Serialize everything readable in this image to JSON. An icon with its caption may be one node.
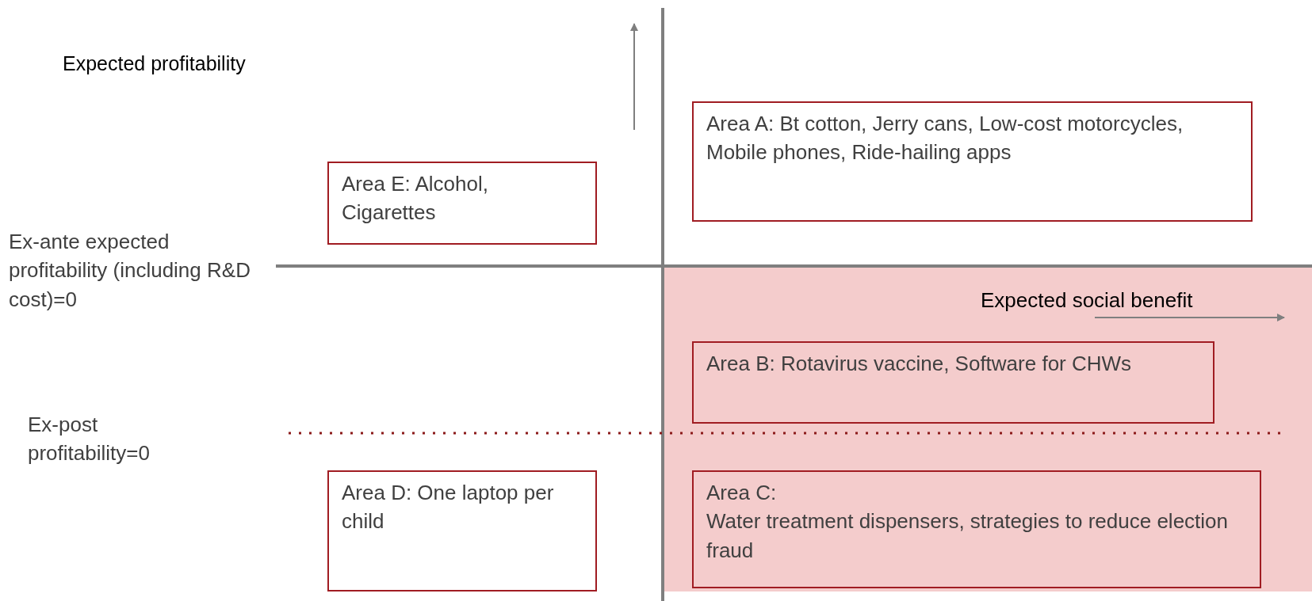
{
  "diagram": {
    "nodes": [
      {
        "text": [
          "Area A: Bt cotton, Jerry cans, Low-cost motorcycles, Mobile phones, Ride-hailing apps"
        ]
      },
      {
        "text": [
          "Area E:  Alcohol, Cigarettes"
        ]
      },
      {
        "text": [
          "Area B: Rotavirus vaccine, Software for CHWs"
        ]
      },
      {
        "text": [
          "Area D: One laptop per child"
        ]
      },
      {
        "text": [
          "Area C:",
          "Water treatment dispensers, strategies to reduce election fraud"
        ]
      }
    ],
    "labels": [
      "Expected profitability",
      "Ex-ante expected profitability (including R&D cost)=0",
      "Expected social benefit",
      "Ex-post profitability=0"
    ]
  }
}
